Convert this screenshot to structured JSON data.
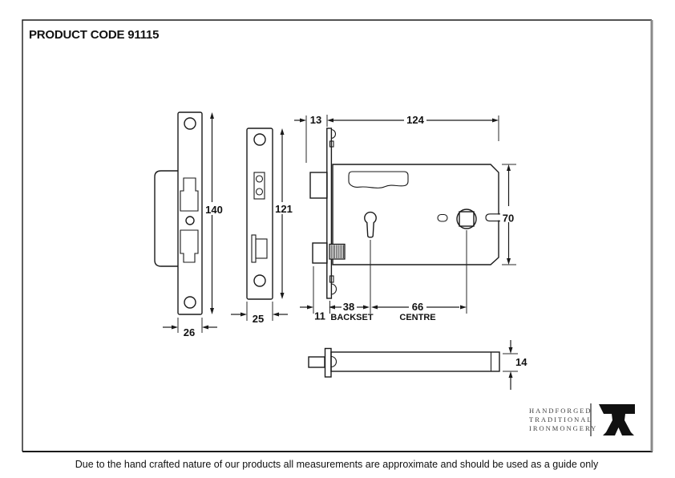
{
  "header": {
    "product_code": "PRODUCT CODE 91115"
  },
  "footer": {
    "note": "Due to the hand crafted nature of our products all measurements are approximate and should be used as a guide only"
  },
  "brand": {
    "line1": "HANDFORGED",
    "line2": "TRADITIONAL",
    "line3": "IRONMONGERY"
  },
  "dims": {
    "strike_plate_height": "140",
    "strike_plate_width": "26",
    "forend_height": "121",
    "forend_width": "25",
    "faceplate_thickness": "13",
    "case_length": "124",
    "case_height": "70",
    "backset_value": "38",
    "backset_label": "BACKSET",
    "centre_value": "66",
    "centre_label": "CENTRE",
    "bolt_throw": "11",
    "bolt_thickness": "14"
  },
  "colors": {
    "line": "#1a1a1a",
    "frame_right": "#8a8a8a",
    "brand_text": "#3d3d3d"
  }
}
